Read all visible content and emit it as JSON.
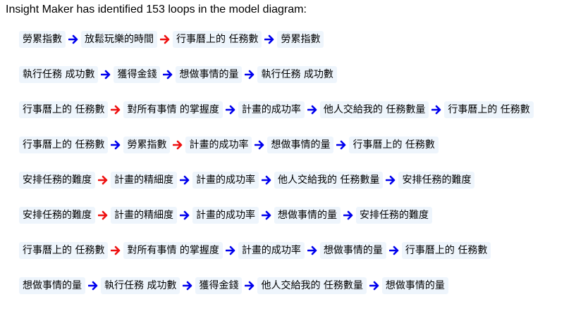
{
  "header": {
    "text": "Insight Maker has identified 153 loops in the model diagram:"
  },
  "colors": {
    "positive": "#0000ee",
    "negative": "#ee1111",
    "node_bg": "#eef5fc"
  },
  "loops": [
    {
      "nodes": [
        "勞累指數",
        "放鬆玩樂的時間",
        "行事曆上的 任務數",
        "勞累指數"
      ],
      "links": [
        "positive",
        "negative",
        "positive"
      ]
    },
    {
      "nodes": [
        "執行任務 成功數",
        "獲得金錢",
        "想做事情的量",
        "執行任務 成功數"
      ],
      "links": [
        "positive",
        "positive",
        "positive"
      ]
    },
    {
      "nodes": [
        "行事曆上的 任務數",
        "對所有事情 的掌握度",
        "計畫的成功率",
        "他人交給我的 任務數量",
        "行事曆上的 任務數"
      ],
      "links": [
        "negative",
        "positive",
        "positive",
        "positive"
      ]
    },
    {
      "nodes": [
        "行事曆上的 任務數",
        "勞累指數",
        "計畫的成功率",
        "想做事情的量",
        "行事曆上的 任務數"
      ],
      "links": [
        "positive",
        "negative",
        "positive",
        "positive"
      ]
    },
    {
      "nodes": [
        "安排任務的難度",
        "計畫的精細度",
        "計畫的成功率",
        "他人交給我的 任務數量",
        "安排任務的難度"
      ],
      "links": [
        "negative",
        "positive",
        "positive",
        "positive"
      ]
    },
    {
      "nodes": [
        "安排任務的難度",
        "計畫的精細度",
        "計畫的成功率",
        "想做事情的量",
        "安排任務的難度"
      ],
      "links": [
        "negative",
        "positive",
        "positive",
        "positive"
      ]
    },
    {
      "nodes": [
        "行事曆上的 任務數",
        "對所有事情 的掌握度",
        "計畫的成功率",
        "想做事情的量",
        "行事曆上的 任務數"
      ],
      "links": [
        "negative",
        "positive",
        "positive",
        "positive"
      ]
    },
    {
      "nodes": [
        "想做事情的量",
        "執行任務 成功數",
        "獲得金錢",
        "他人交給我的 任務數量",
        "想做事情的量"
      ],
      "links": [
        "positive",
        "positive",
        "positive",
        "positive"
      ]
    }
  ]
}
